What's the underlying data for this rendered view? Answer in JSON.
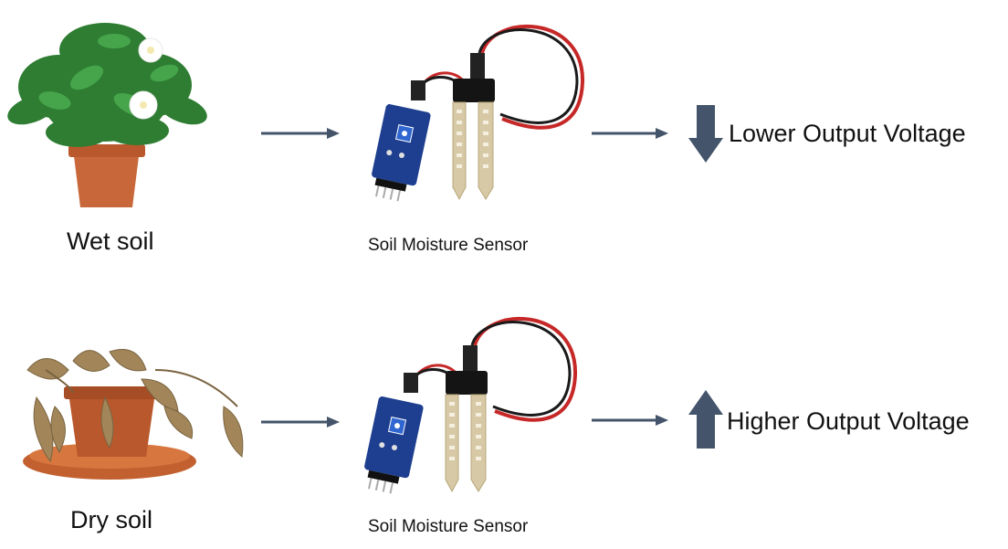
{
  "rows": [
    {
      "plant_label": "Wet soil",
      "sensor_label": "Soil Moisture Sensor",
      "output_label": "Lower Output Voltage",
      "direction": "down"
    },
    {
      "plant_label": "Dry soil",
      "sensor_label": "Soil Moisture Sensor",
      "output_label": "Higher Output Voltage",
      "direction": "up"
    }
  ],
  "colors": {
    "arrow": "#44546A",
    "pot": "#C8683A",
    "leaf_green": "#2E7D32",
    "leaf_dry": "#A2865A",
    "pcb": "#1E3F8F",
    "probe": "#D7C9A6",
    "wire_red": "#C62828",
    "wire_black": "#1a1a1a"
  },
  "icons": [
    "healthy-plant-icon",
    "wilted-plant-icon",
    "soil-moisture-sensor-icon",
    "flow-arrow-icon",
    "down-arrow-icon",
    "up-arrow-icon"
  ]
}
